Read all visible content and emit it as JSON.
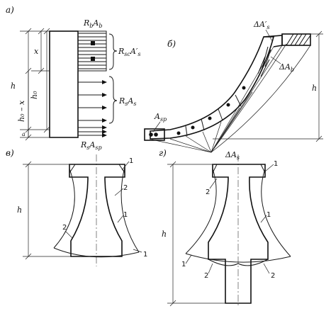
{
  "panels": {
    "a": "а)",
    "b": "б)",
    "v": "в)",
    "g": "г)"
  },
  "panel_a": {
    "h": "h",
    "x": "x",
    "h0": "h₀",
    "h0_minus_x": "h₀ – x",
    "a": "a",
    "Rb": "R",
    "Rb_sub": "b",
    "Ab": "A",
    "Ab_sub": "b",
    "Rsc": "R",
    "Rsc_sub": "sc",
    "As_prime": "A′",
    "As_prime_sub": "s",
    "Rs": "R",
    "Rs_sub": "s",
    "As": "A",
    "As_sub": "s",
    "Rs_bottom": "R",
    "Rs_bottom_sub": "s",
    "Asp": "A",
    "Asp_sub": "sp"
  },
  "panel_b": {
    "dA_prime": "ΔA′",
    "dA_prime_sub": "s",
    "dAb": "ΔA",
    "dAb_sub": "b",
    "Asp": "A",
    "Asp_sub": "sp",
    "h": "h"
  },
  "panel_v": {
    "h": "h",
    "n1a": "1",
    "n2a": "2",
    "n1b": "1",
    "n2b": "2",
    "n1c": "1"
  },
  "panel_g": {
    "dAs": "ΔA",
    "dAs_sub": "s",
    "h": "h",
    "n1a": "1",
    "n2a": "2",
    "n1b": "1",
    "n1c": "1",
    "n2b": "2",
    "n2c": "2"
  }
}
